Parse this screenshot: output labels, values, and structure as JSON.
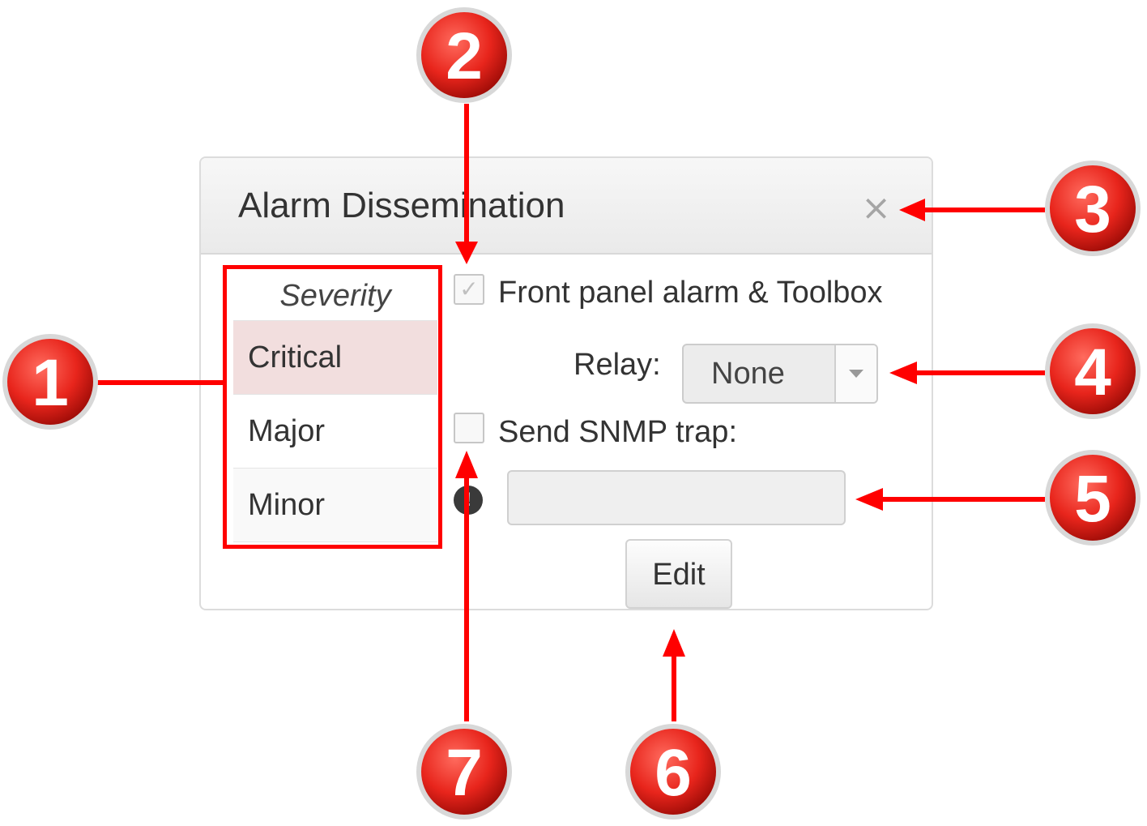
{
  "dialog": {
    "title": "Alarm Dissemination",
    "close_symbol": "×"
  },
  "severity": {
    "header": "Severity",
    "items": [
      {
        "label": "Critical",
        "selected": true
      },
      {
        "label": "Major",
        "selected": false
      },
      {
        "label": "Minor",
        "selected": false
      }
    ]
  },
  "options": {
    "front_panel": {
      "label": "Front panel alarm & Toolbox",
      "checked": true,
      "check_symbol": "✓"
    },
    "relay": {
      "label": "Relay:",
      "value": "None"
    },
    "snmp": {
      "label": "Send SNMP trap:",
      "checked": false,
      "value": ""
    },
    "info_symbol": "!",
    "edit_label": "Edit"
  },
  "callouts": {
    "numbers": [
      "1",
      "2",
      "3",
      "4",
      "5",
      "6",
      "7"
    ],
    "color": "#e8251c"
  },
  "colors": {
    "selected_row": "#f2dede",
    "annotation_red": "#ff0000"
  }
}
